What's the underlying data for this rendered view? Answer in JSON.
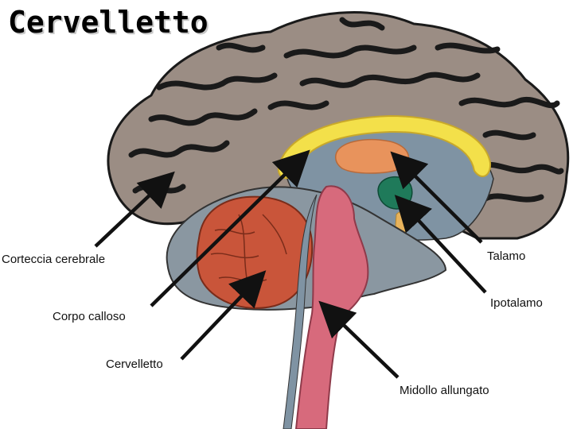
{
  "title": "Cervelletto",
  "labels": {
    "corteccia": "Corteccia cerebrale",
    "corpo": "Corpo calloso",
    "cervelletto": "Cervelletto",
    "talamo": "Talamo",
    "ipotalamo": "Ipotalamo",
    "midollo": "Midollo allungato"
  },
  "colors": {
    "cortex": "#9b8d84",
    "cortex_dark": "#1a1a1a",
    "inner": "#7f93a3",
    "callosum": "#f3e04a",
    "thalamus": "#e8935c",
    "hypothalamus": "#1f7a5a",
    "cerebellum": "#c9553a",
    "brainstem": "#d76a7c",
    "arrow": "#111111"
  }
}
